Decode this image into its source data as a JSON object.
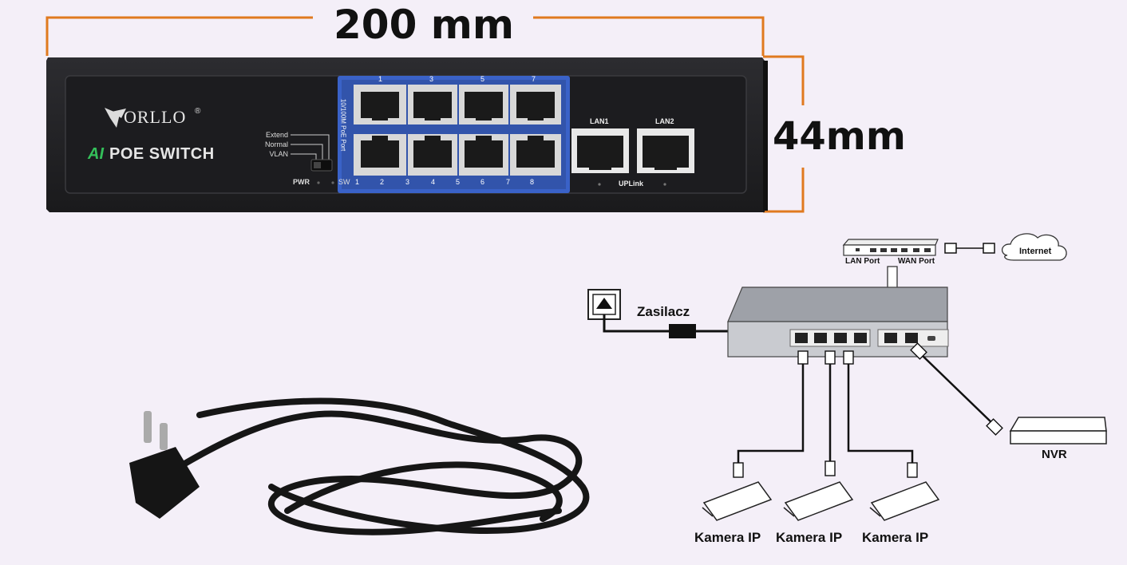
{
  "dimensions": {
    "width_label": "200 mm",
    "height_label": "44mm"
  },
  "device": {
    "brand": "ORLLO",
    "product_prefix": "AI",
    "product_name": "POE SWITCH",
    "mode_labels": [
      "Extend",
      "Normal",
      "VLAN"
    ],
    "pwr_label": "PWR",
    "sw_label": "SW",
    "poe_port_label": "10/100M PoE Port",
    "port_numbers_top": [
      "1",
      "3",
      "5",
      "7"
    ],
    "port_numbers_bottom": [
      "1",
      "2",
      "3",
      "4",
      "5",
      "6",
      "7",
      "8"
    ],
    "lan1_label": "LAN1",
    "lan2_label": "LAN2",
    "uplink_label": "UPLink"
  },
  "diagram": {
    "lan_port_label": "LAN Port",
    "wan_port_label": "WAN Port",
    "internet_label": "Internet",
    "power_label": "Zasilacz",
    "nvr_label": "NVR",
    "camera_labels": [
      "Kamera IP",
      "Kamera IP",
      "Kamera IP"
    ]
  },
  "colors": {
    "accent_orange": "#e07a1f",
    "port_panel_blue": "#3a62c8",
    "device_body": "#232326",
    "background": "#f4eff8"
  }
}
